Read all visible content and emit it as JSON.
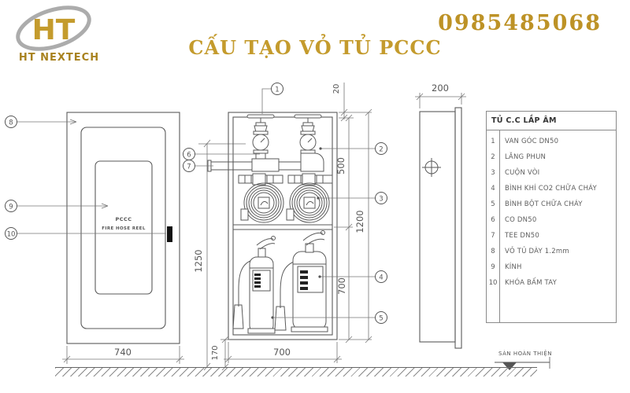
{
  "header": {
    "logo_monogram": "HT",
    "logo_company": "HT NEXTECH",
    "title": "CẤU TẠO VỎ TỦ PCCC",
    "phone": "0985485068"
  },
  "front_view": {
    "door_text_line1": "PCCC",
    "door_text_line2": "FIRE HOSE REEL",
    "dim_width": "740",
    "dim_valve_height": "1250"
  },
  "section_view": {
    "dim_top_gap": "20",
    "dim_upper_compartment": "500",
    "dim_lower_compartment": "700",
    "dim_total_height": "1200",
    "dim_width": "700",
    "dim_floor_clearance": "170"
  },
  "side_view": {
    "dim_depth": "200"
  },
  "floor": {
    "label": "SÀN HOÀN THIỆN"
  },
  "parts_table": {
    "title": "TỦ C.C LẮP ÂM",
    "items": [
      {
        "no": "1",
        "name": "VAN GÓC DN50"
      },
      {
        "no": "2",
        "name": "LĂNG PHUN"
      },
      {
        "no": "3",
        "name": "CUỘN VÒI"
      },
      {
        "no": "4",
        "name": "BÌNH KHÍ CO2 CHỮA CHÁY"
      },
      {
        "no": "5",
        "name": "BÌNH BỘT CHỮA CHÁY"
      },
      {
        "no": "6",
        "name": "CO DN50"
      },
      {
        "no": "7",
        "name": "TEE DN50"
      },
      {
        "no": "8",
        "name": "VỎ TỦ DÀY 1.2mm"
      },
      {
        "no": "9",
        "name": "KÍNH"
      },
      {
        "no": "10",
        "name": "KHÓA BẤM TAY"
      }
    ]
  },
  "colors": {
    "gold": "#c49b2d",
    "line_gray": "#5a5a5a"
  }
}
